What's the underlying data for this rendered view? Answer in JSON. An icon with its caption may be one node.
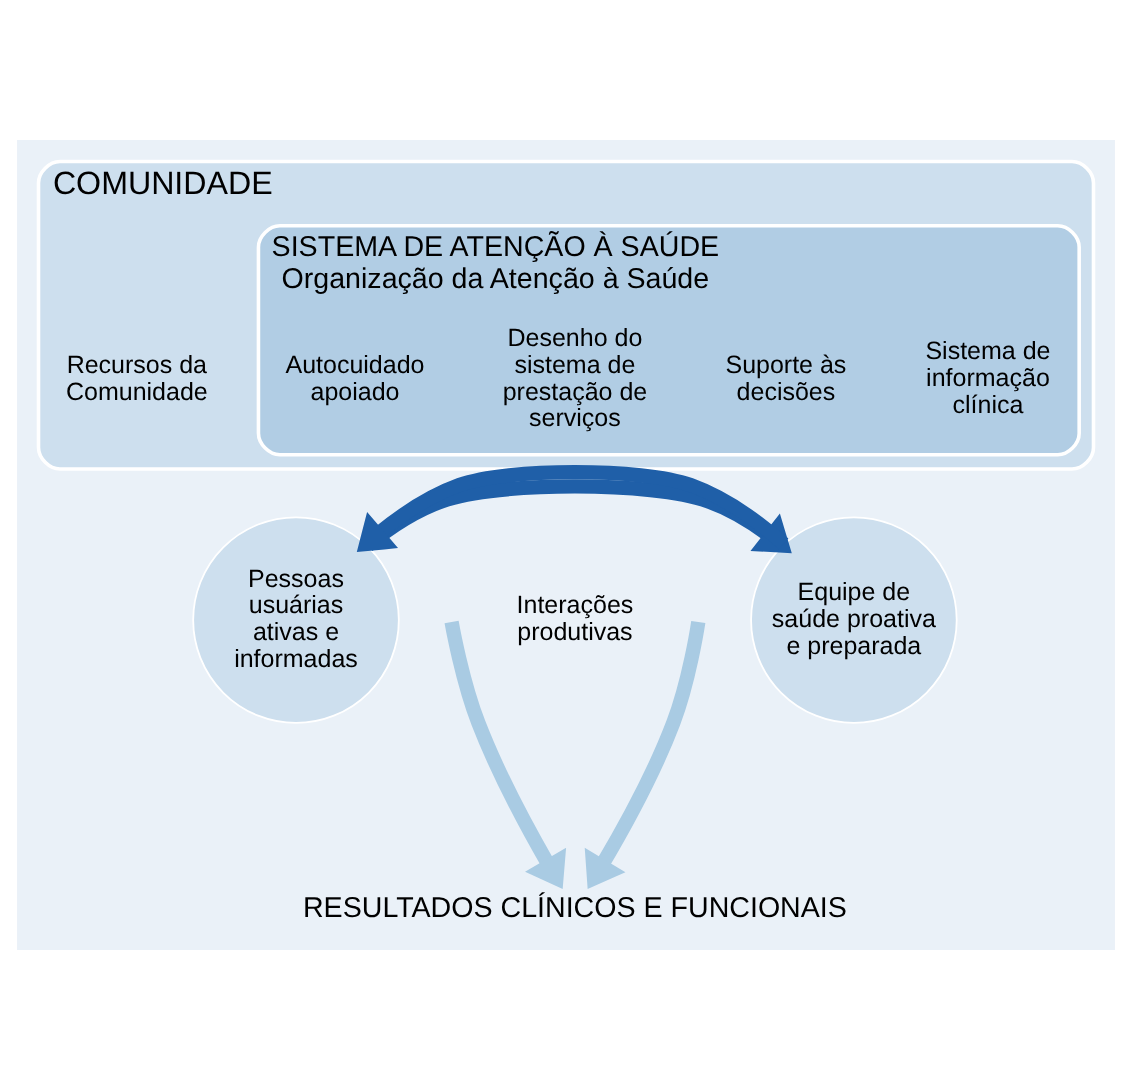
{
  "diagram": {
    "nodes": [
      {
        "text": [
          "COMUNIDADE"
        ]
      },
      {
        "text": [
          "Recursos da Comunidade"
        ],
        "in": 0
      },
      {
        "text": [
          "SISTEMA DE ATENÇÃO À SAÚDE",
          "Organização da Atenção à Saúde"
        ],
        "in": 0
      },
      {
        "text": [
          "Autocuidado apoiado"
        ],
        "in": 2
      },
      {
        "text": [
          "Desenho do sistema de prestação de serviços"
        ],
        "in": 2
      },
      {
        "text": [
          "Suporte às decisões"
        ],
        "in": 2
      },
      {
        "text": [
          "Sistema de informação clínica"
        ],
        "in": 2
      },
      {
        "text": [
          "Pessoas usuárias ativas e informadas"
        ]
      },
      {
        "text": [
          "Interações produtivas"
        ]
      },
      {
        "text": [
          "Equipe de saúde proativa e preparada"
        ]
      },
      {
        "text": [
          "RESULTADOS CLÍNICOS E FUNCIONAIS"
        ]
      }
    ],
    "edges": [
      {
        "from": 7,
        "to": 9,
        "arrow": "to",
        "color": "#1f5fa8"
      },
      {
        "from": 9,
        "to": 7,
        "arrow": "to",
        "color": "#1f5fa8"
      },
      {
        "from": null,
        "to": 10,
        "arrow": "to",
        "color": "#a9cbe3"
      },
      {
        "from": null,
        "to": 10,
        "arrow": "to",
        "color": "#a9cbe3"
      }
    ]
  }
}
